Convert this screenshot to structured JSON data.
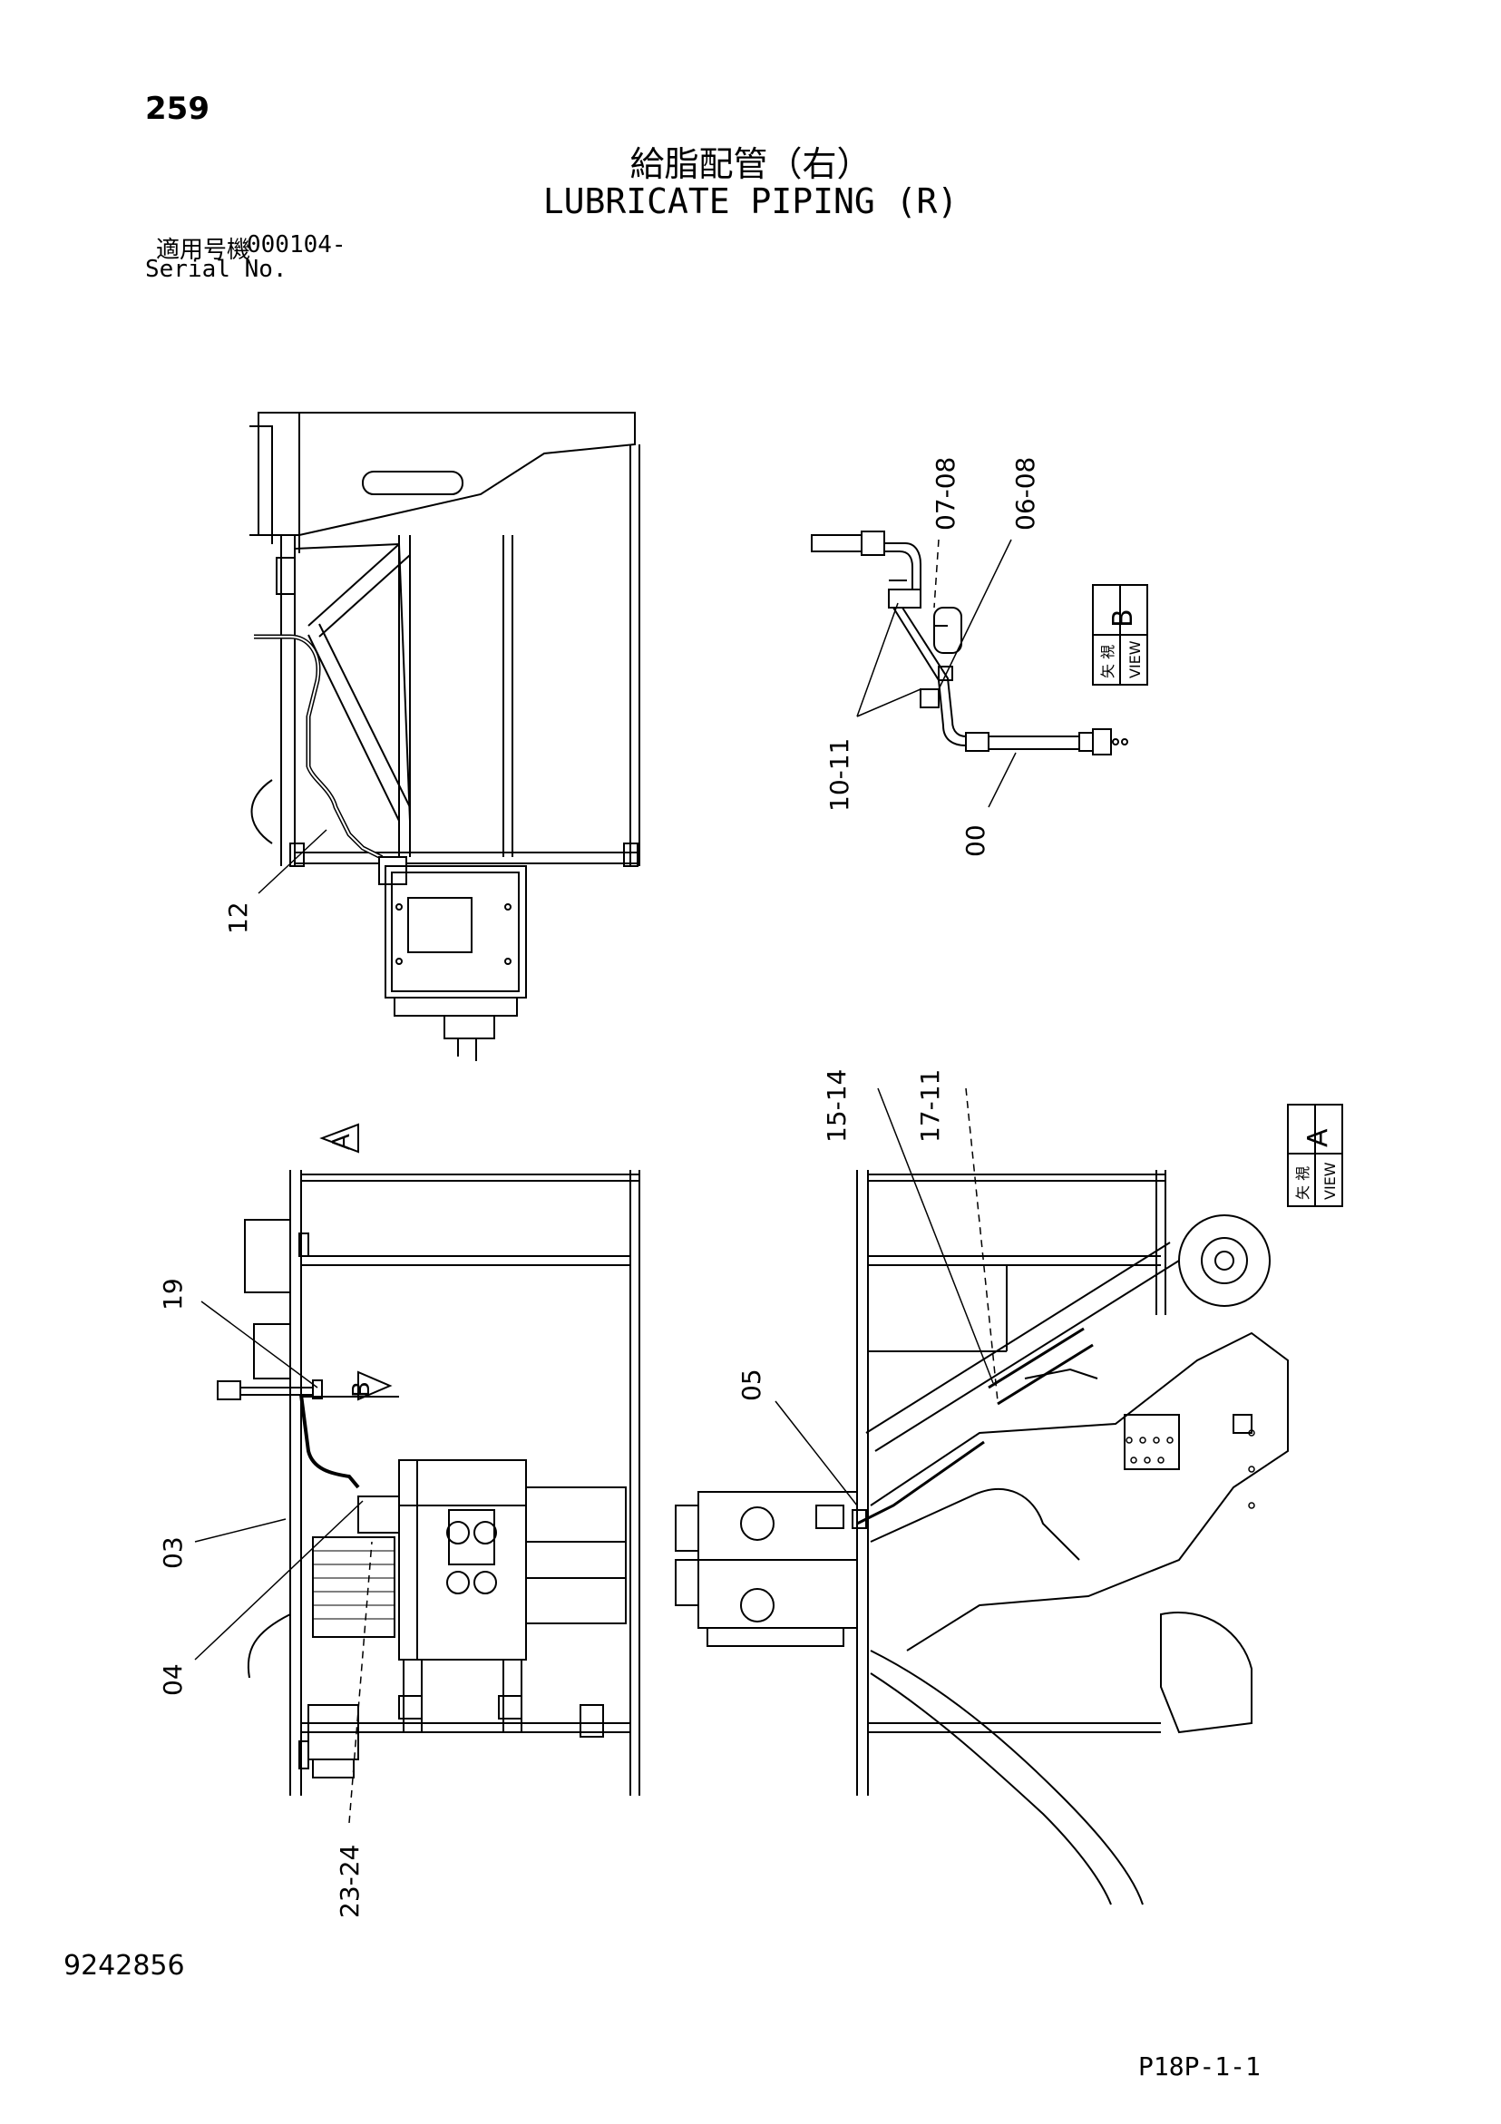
{
  "header": {
    "page_number": "259",
    "title_jp": "給脂配管（右）",
    "title_en": "LUBRICATE PIPING (R)",
    "serial_label_jp": "適用号機",
    "serial_value": "000104-",
    "serial_label_en": "Serial No."
  },
  "callouts": {
    "c12": "12",
    "c07_08": "07-08",
    "c06_08": "06-08",
    "c10_11": "10-11",
    "c00": "00",
    "c19": "19",
    "c03": "03",
    "c04": "04",
    "c23_24": "23-24",
    "c15_14": "15-14",
    "c17_11": "17-11",
    "c05": "05"
  },
  "view_labels": {
    "view_a_jp": "矢 視",
    "view_a_en": "VIEW",
    "view_a_letter": "A",
    "view_b_jp": "矢 視",
    "view_b_en": "VIEW",
    "view_b_letter": "B",
    "arrow_a_letter": "A",
    "arrow_b_letter": "B"
  },
  "footer": {
    "doc_number": "9242856",
    "page_code": "P18P-1-1"
  }
}
